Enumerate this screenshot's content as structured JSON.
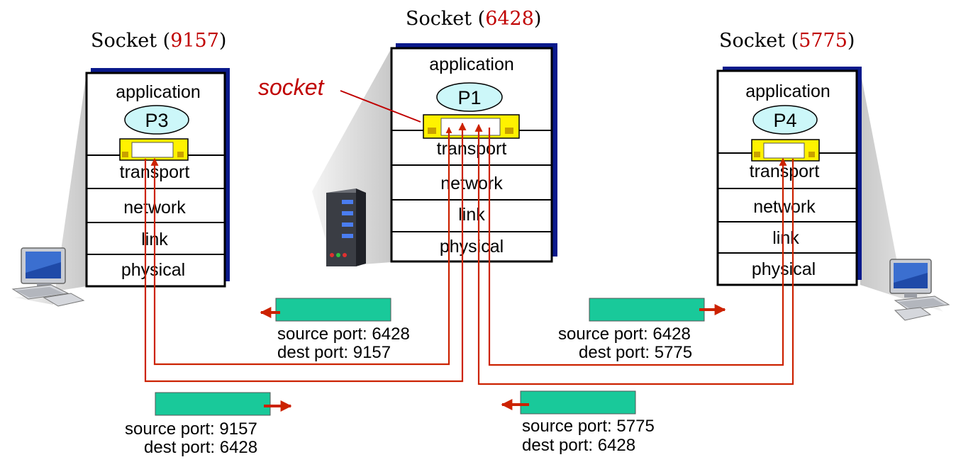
{
  "hosts": {
    "left": {
      "title": "Socket (",
      "port": "9157",
      "title_close": ")",
      "process": "P3",
      "layers": [
        "application",
        "transport",
        "network",
        "link",
        "physical"
      ]
    },
    "center": {
      "title": "Socket (",
      "port": "6428",
      "title_close": ")",
      "process": "P1",
      "layers": [
        "application",
        "transport",
        "network",
        "link",
        "physical"
      ]
    },
    "right": {
      "title": "Socket (",
      "port": "5775",
      "title_close": ")",
      "process": "P4",
      "layers": [
        "application",
        "transport",
        "network",
        "link",
        "physical"
      ]
    }
  },
  "socket_label": "socket",
  "segments": [
    {
      "source": "source port: 6428",
      "dest": "dest port: 9157"
    },
    {
      "source": "source port: 6428",
      "dest": "dest port: 5775"
    },
    {
      "source": "source port: 9157",
      "dest": "dest port: 6428"
    },
    {
      "source": "source port: 5775",
      "dest": "dest port: 6428"
    }
  ],
  "colors": {
    "arrow": "#cc2200",
    "segment_fill": "#19c99a",
    "socket_fill": "#fff200",
    "process_fill": "#ccf7f9",
    "stack_shadow": "#0a1a8c",
    "port_highlight": "#c00000"
  }
}
